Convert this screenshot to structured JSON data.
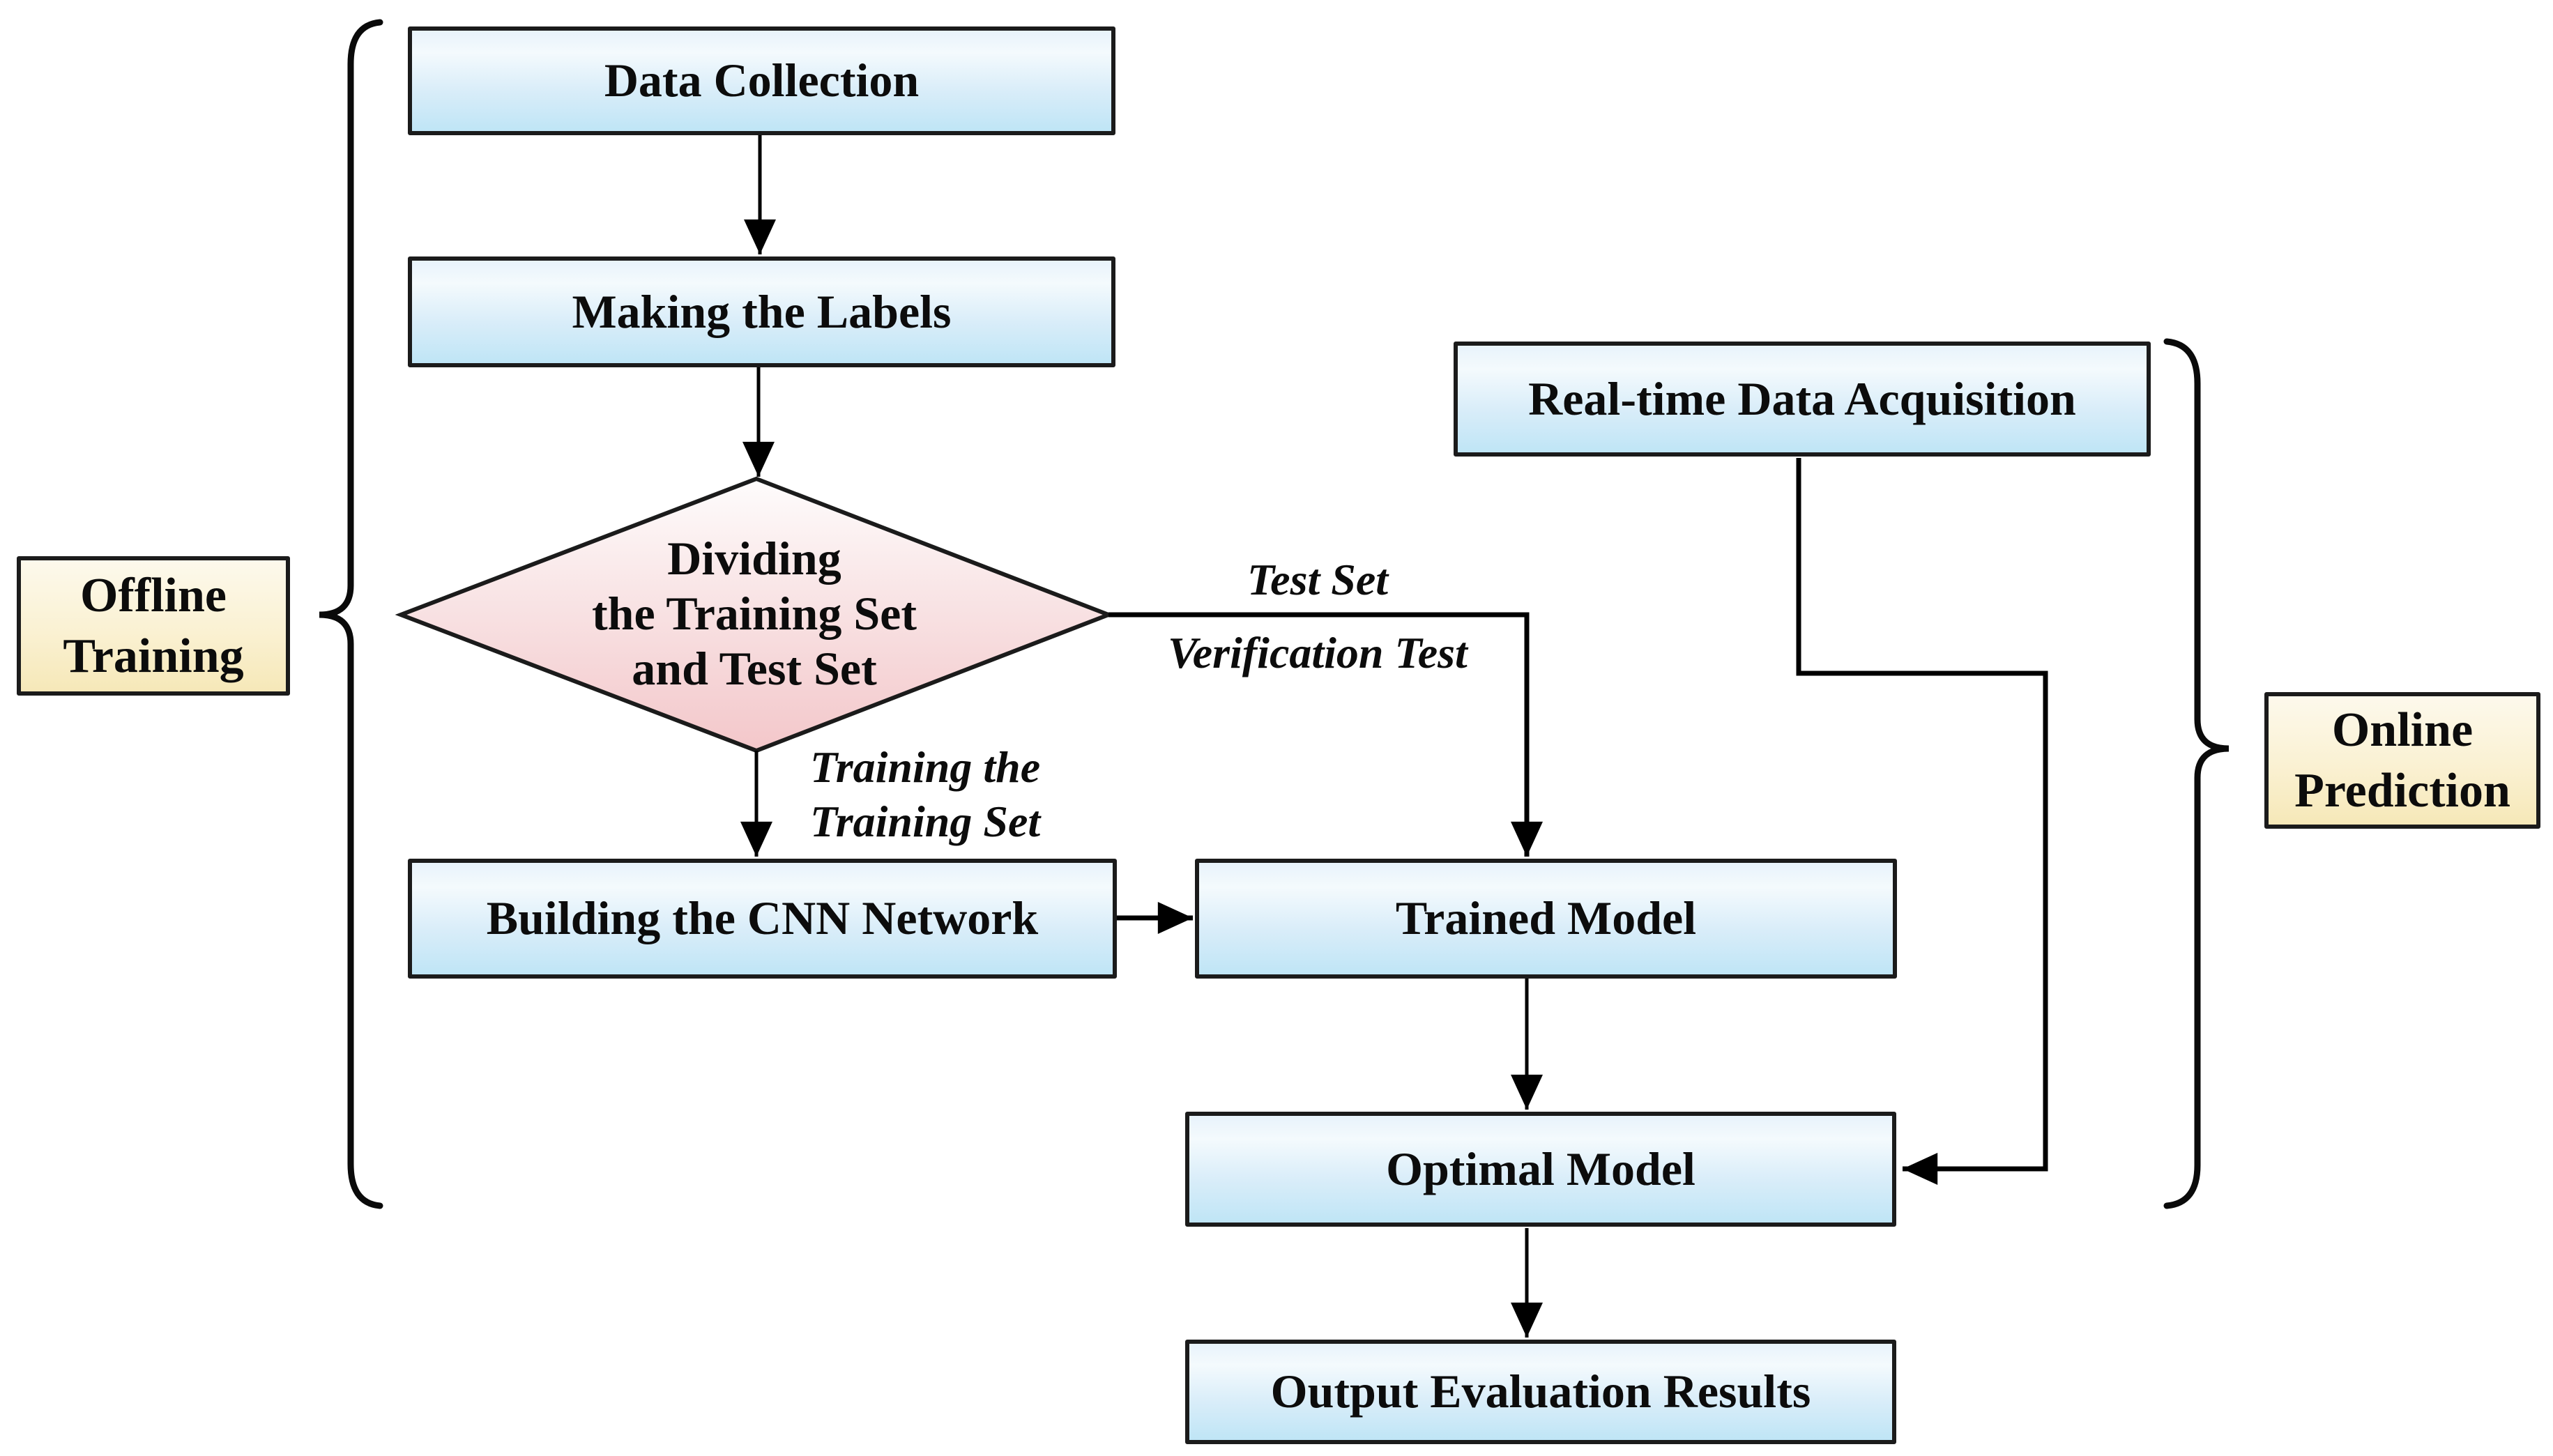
{
  "nodes": {
    "data_collection": {
      "label": "Data Collection"
    },
    "making_labels": {
      "label": "Making the Labels"
    },
    "dividing": {
      "lines": [
        "Dividing",
        "the Training Set",
        "and Test Set"
      ]
    },
    "building_cnn": {
      "label": "Building the CNN Network"
    },
    "trained_model": {
      "label": "Trained Model"
    },
    "realtime_acquisition": {
      "label": "Real-time Data Acquisition"
    },
    "optimal_model": {
      "label": "Optimal Model"
    },
    "output_results": {
      "label": "Output Evaluation Results"
    }
  },
  "group_labels": {
    "offline": {
      "label": "Offline Training"
    },
    "online": {
      "label": "Online Prediction"
    }
  },
  "edge_labels": {
    "test_set": {
      "lines": [
        "Test Set",
        "Verification Test"
      ]
    },
    "training_set": {
      "lines": [
        "Training the",
        "Training Set"
      ]
    }
  },
  "colors": {
    "process_fill_top": "#e8f3fb",
    "process_fill_bottom": "#bfe5f6",
    "decision_fill_top": "#fefcfc",
    "decision_fill_bottom": "#f3c7ca",
    "group_fill_top": "#fdf9ec",
    "group_fill_bottom": "#f6e8b8",
    "border": "#1b1b1b",
    "connector": "#000000",
    "text": "#0c0c0c"
  }
}
